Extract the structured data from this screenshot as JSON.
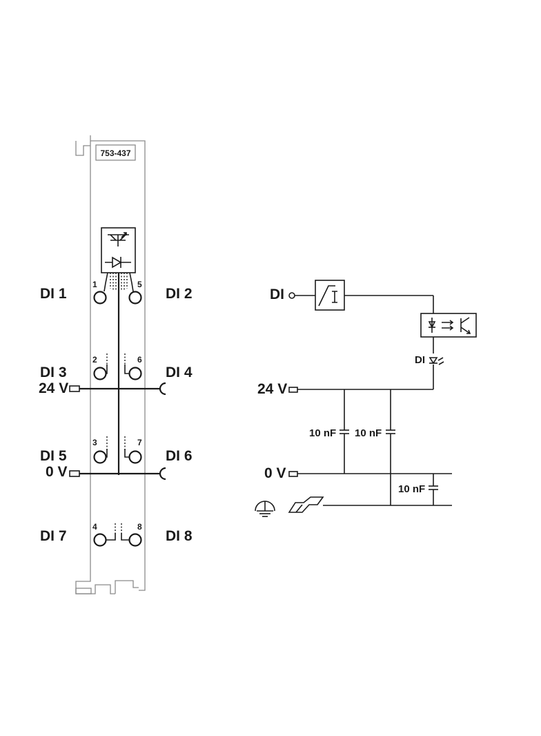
{
  "module": {
    "part_number": "753-437",
    "terminals": {
      "t1": "1",
      "t2": "2",
      "t3": "3",
      "t4": "4",
      "t5": "5",
      "t6": "6",
      "t7": "7",
      "t8": "8"
    },
    "left_labels": {
      "di1": "DI 1",
      "di3": "DI 3",
      "supply": "24 V",
      "di5": "DI 5",
      "ground": "0 V",
      "di7": "DI 7"
    },
    "right_labels": {
      "di2": "DI 2",
      "di4": "DI 4",
      "di6": "DI 6",
      "di8": "DI 8"
    }
  },
  "schematic": {
    "input_label": "DI",
    "led_label": "DI",
    "supply_label": "24 V",
    "ground_label": "0 V",
    "cap1_label": "10 nF",
    "cap2_label": "10 nF",
    "cap3_label": "10 nF"
  }
}
